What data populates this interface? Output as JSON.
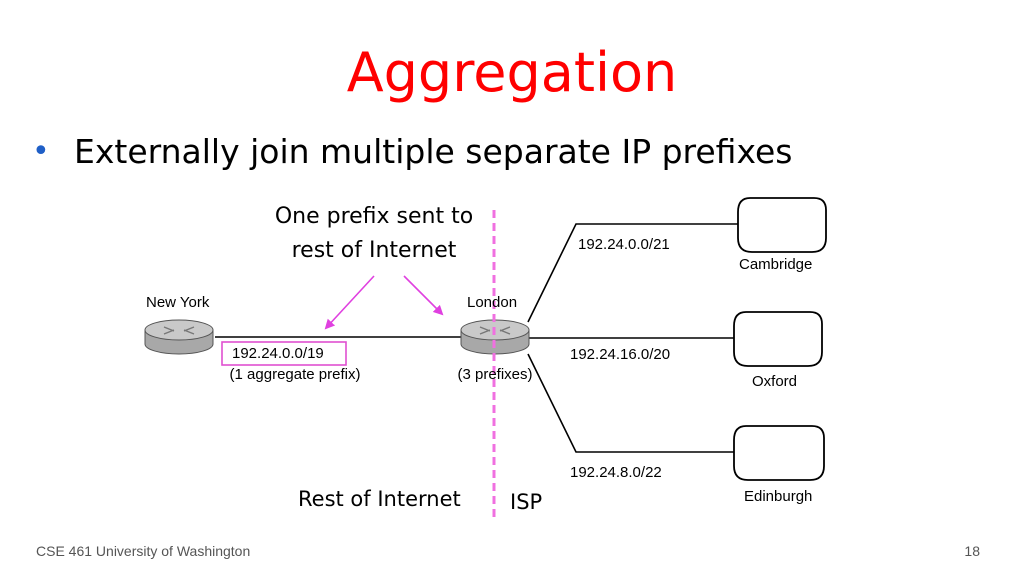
{
  "slide": {
    "title": "Aggregation",
    "bullet": "Externally join multiple separate IP prefixes",
    "footer_left": "CSE 461 University of Washington",
    "page_number": "18"
  },
  "diagram": {
    "callout": [
      "One prefix sent to",
      "rest of Internet"
    ],
    "routers": [
      {
        "name": "New York"
      },
      {
        "name": "London"
      }
    ],
    "link_labels": {
      "aggregate_prefix": "192.24.0.0/19",
      "aggregate_note": "(1 aggregate prefix)",
      "london_note": "(3 prefixes)"
    },
    "networks": [
      {
        "name": "Cambridge",
        "prefix": "192.24.0.0/21"
      },
      {
        "name": "Oxford",
        "prefix": "192.24.16.0/20"
      },
      {
        "name": "Edinburgh",
        "prefix": "192.24.8.0/22"
      }
    ],
    "regions": {
      "left": "Rest of Internet",
      "right": "ISP"
    }
  },
  "colors": {
    "title": "#ff0000",
    "bullet_dot": "#1f5fc7",
    "callout_arrow": "#e040e0",
    "isp_boundary": "#f070e0",
    "highlight_box": "#e050d0",
    "router_fill": "#a8a8a8",
    "router_top": "#c9c9c9"
  }
}
